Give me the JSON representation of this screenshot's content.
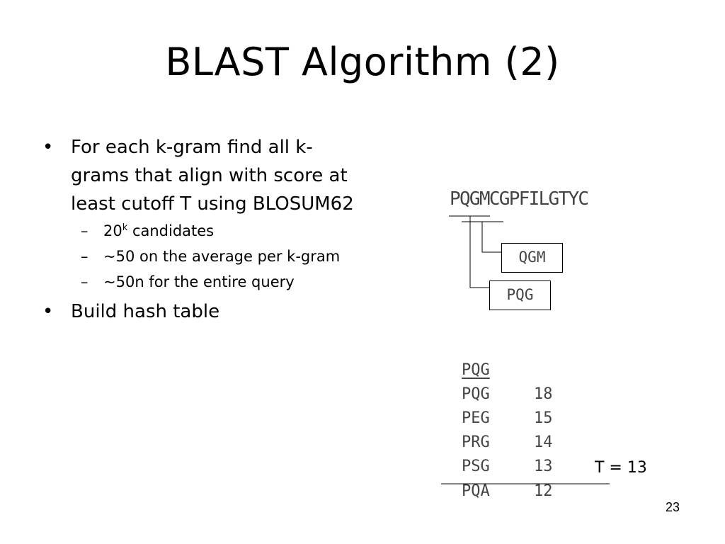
{
  "slide": {
    "title": "BLAST Algorithm (2)",
    "page_number": "23"
  },
  "bullets": {
    "b1": "For each k-gram find all k-grams that align with score at least cutoff T using BLOSUM62",
    "sub1_base": "20",
    "sub1_sup": "k",
    "sub1_rest": " candidates",
    "sub2": "~50 on the average per k-gram",
    "sub3": "~50n for the entire query",
    "b2": "Build hash table"
  },
  "diagram": {
    "sequence": "PQGMCGPFILGTYC",
    "box_qgm": "QGM",
    "box_pqg": "PQG"
  },
  "table": {
    "header": "PQG",
    "rows": [
      {
        "kgram": "PQG",
        "score": "18"
      },
      {
        "kgram": "PEG",
        "score": "15"
      },
      {
        "kgram": "PRG",
        "score": "14"
      },
      {
        "kgram": "PSG",
        "score": "13"
      },
      {
        "kgram": "PQA",
        "score": "12"
      }
    ],
    "threshold_label": "T = 13"
  }
}
